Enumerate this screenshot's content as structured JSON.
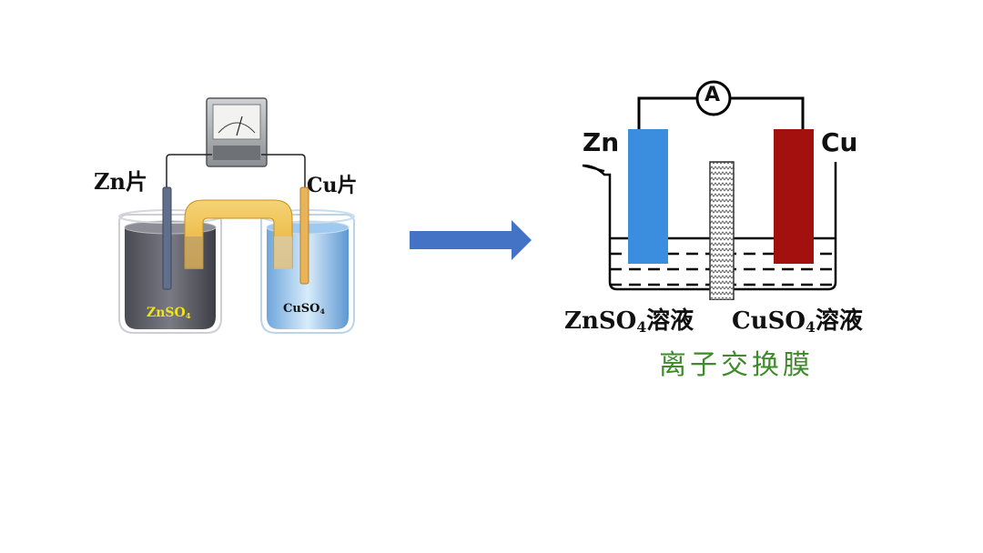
{
  "left_cell": {
    "zn_label": "Zn片",
    "cu_label": "Cu片",
    "left_solution": {
      "main": "ZnSO",
      "sub": "4"
    },
    "right_solution": {
      "main": "CuSO",
      "sub": "4"
    }
  },
  "arrow": {
    "color": "#4472C4"
  },
  "right_cell": {
    "ammeter": "A",
    "zn_label": "Zn",
    "cu_label": "Cu",
    "left_solution": {
      "main": "ZnSO",
      "sub": "4",
      "suffix": "溶液"
    },
    "right_solution": {
      "main": "CuSO",
      "sub": "4",
      "suffix": "溶液"
    },
    "membrane_caption": "离子交换膜",
    "colors": {
      "zn": "#3b8ede",
      "cu": "#a3110f",
      "caption": "#3f8a2a"
    }
  }
}
